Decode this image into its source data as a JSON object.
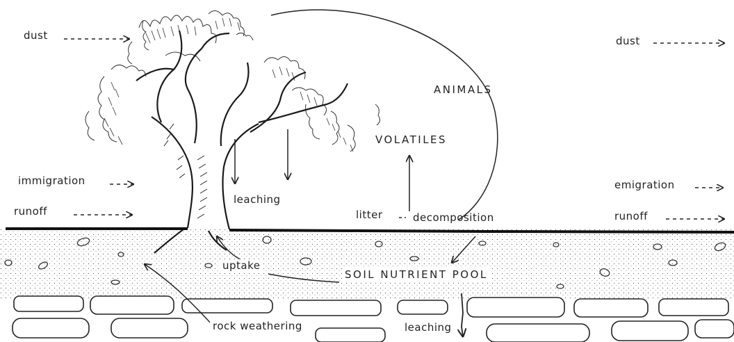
{
  "labels": {
    "dust_left": "dust",
    "dust_right": "dust",
    "animals": "ANIMALS",
    "volatiles": "VOLATILES",
    "immigration": "immigration",
    "emigration": "emigration",
    "runoff_left": "runoff",
    "runoff_right": "runoff",
    "leaching_canopy": "leaching",
    "litter": "litter",
    "decomposition": "decomposition",
    "uptake": "uptake",
    "soil_nutrient_pool": "SOIL NUTRIENT POOL",
    "rock_weathering": "rock weathering",
    "leaching_bedrock": "leaching"
  },
  "colors": {
    "ink": "#222222",
    "background": "#ffffff"
  }
}
